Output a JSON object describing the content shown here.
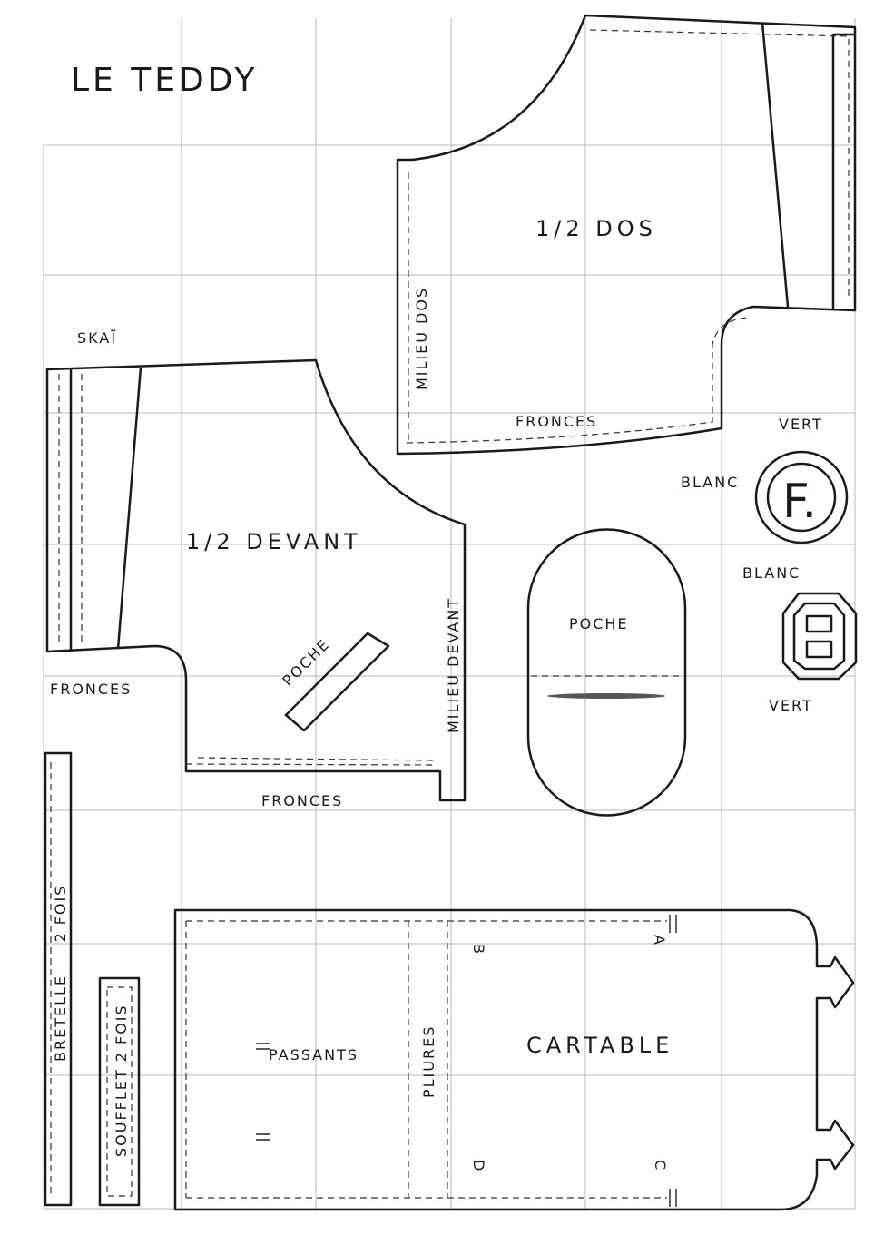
{
  "title": "LE TEDDY",
  "pieces": {
    "dos": {
      "label": "1/2  DOS",
      "center": "MILIEU DOS",
      "gathers": "FRONCES"
    },
    "devant": {
      "label": "1/2  DEVANT",
      "center": "MILIEU DEVANT",
      "gathers": "FRONCES",
      "gathers_left": "FRONCES",
      "skai": "SKAÏ",
      "pocket": "POCHE"
    },
    "poche": {
      "label": "POCHE"
    },
    "badge_round": {
      "outer": "BLANC",
      "inner": "VERT",
      "letter": "F."
    },
    "badge_oct": {
      "outer": "BLANC",
      "inner": "VERT"
    },
    "bretelle": {
      "label": "BRETELLE     2 FOIS"
    },
    "soufflet": {
      "label": "SOUFFLET 2 FOIS"
    },
    "cartable": {
      "label": "CARTABLE",
      "loops": "PASSANTS",
      "folds": "PLIURES",
      "marks": [
        "A",
        "B",
        "C",
        "D"
      ]
    }
  }
}
